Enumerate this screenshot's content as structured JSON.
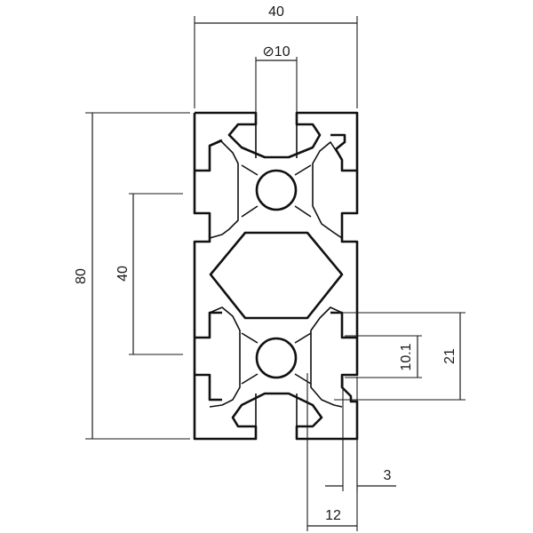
{
  "drawing": {
    "stroke_color": "#111111",
    "background": "#ffffff"
  },
  "dimensions": {
    "total_width": "40",
    "slot_width": "⊘10",
    "total_height": "80",
    "pitch": "40",
    "slot_depth": "10.1",
    "slot_outer": "21",
    "wall": "3",
    "slot_offset": "12"
  }
}
